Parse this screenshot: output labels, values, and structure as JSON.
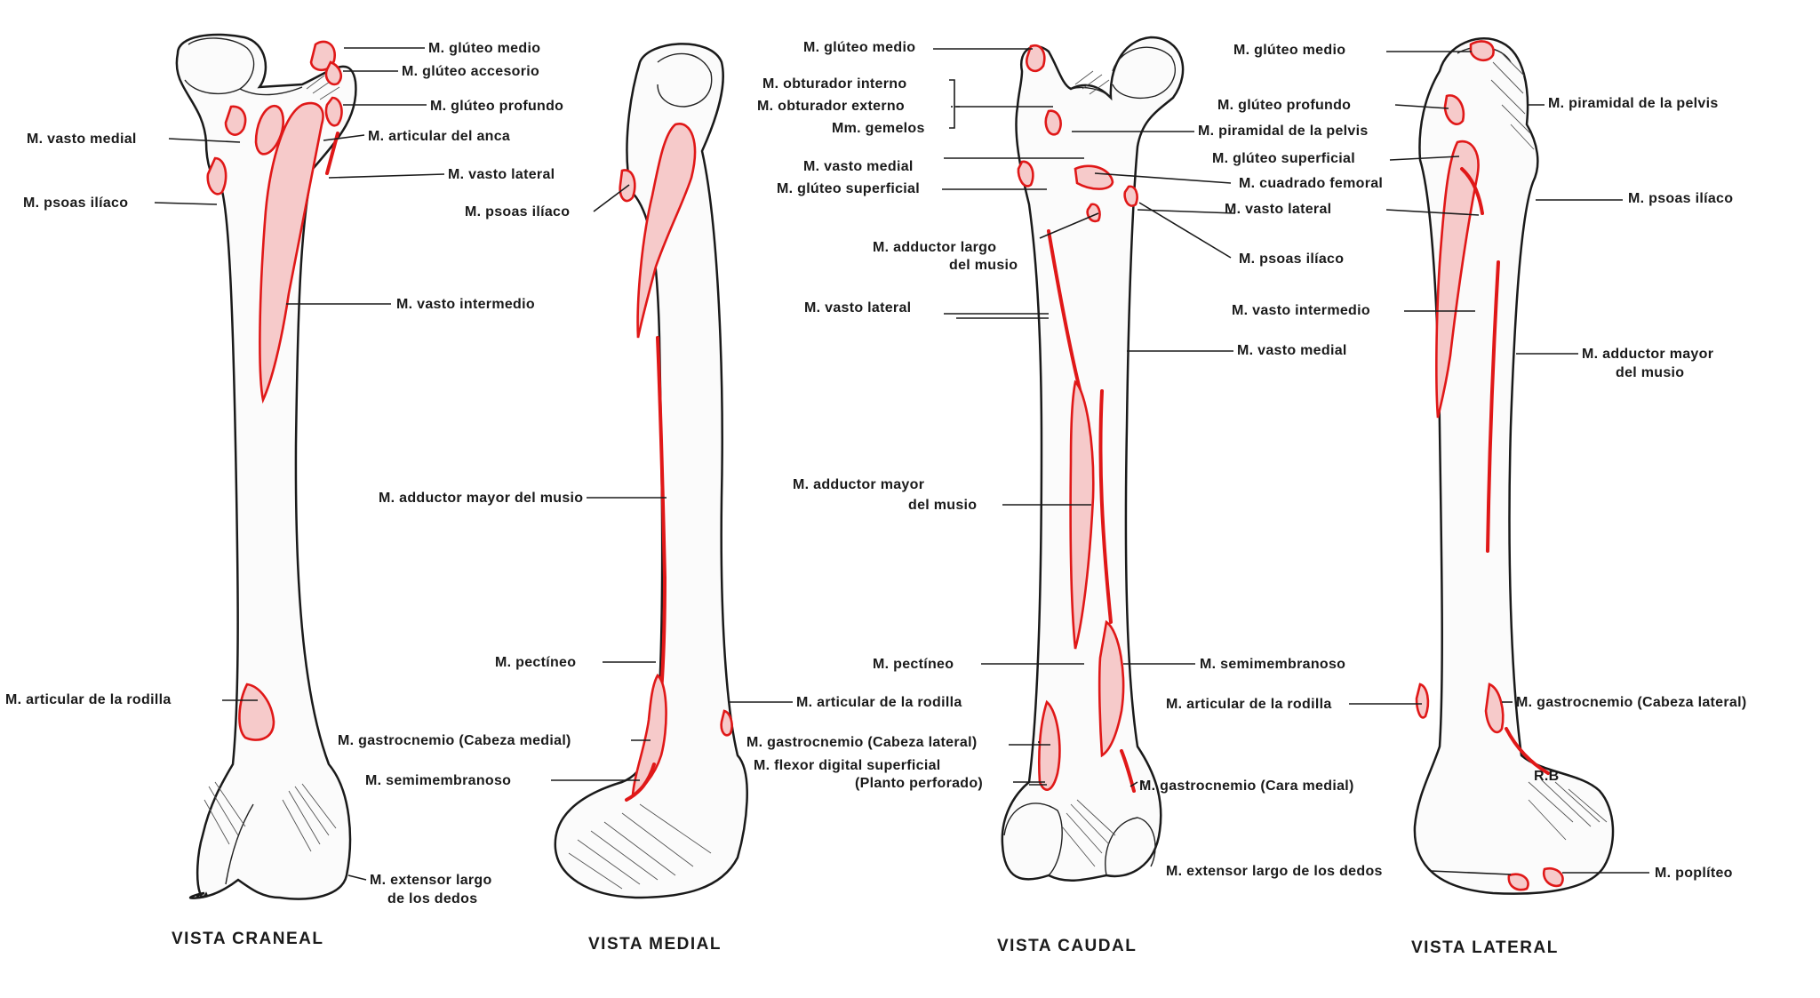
{
  "views": {
    "craneal": {
      "title": "VISTA CRANEAL",
      "labels": [
        "M. glúteo medio",
        "M. glúteo accesorio",
        "M. glúteo profundo",
        "M. articular del anca",
        "M. vasto lateral",
        "M. vasto medial",
        "M. psoas ilíaco",
        "M. vasto intermedio",
        "M. articular de la rodilla",
        "M. extensor largo",
        "de los dedos"
      ]
    },
    "medial": {
      "title": "VISTA MEDIAL",
      "labels": [
        "M. glúteo medio",
        "M. obturador interno",
        "M. obturador externo",
        "Mm. gemelos",
        "M. vasto medial",
        "M. glúteo superficial",
        "M. psoas ilíaco",
        "M. adductor largo",
        "del musio",
        "M. vasto lateral",
        "M. adductor mayor del musio",
        "M. pectíneo",
        "M. articular de la rodilla",
        "M. gastrocnemio (Cabeza medial)",
        "M. gastrocnemio (Cabeza lateral)",
        "M. flexor digital superficial",
        "(Planto perforado)",
        "M. semimembranoso"
      ]
    },
    "caudal": {
      "title": "VISTA CAUDAL",
      "labels": [
        "M. piramidal de la pelvis",
        "M. cuadrado femoral",
        "M. psoas ilíaco",
        "M. vasto medial",
        "M. adductor mayor",
        "del musio",
        "M. pectíneo",
        "M. semimembranoso",
        "M. gastrocnemio (Cara medial)"
      ]
    },
    "lateral": {
      "title": "VISTA LATERAL",
      "labels": [
        "M. glúteo medio",
        "M. glúteo profundo",
        "M. piramidal de la pelvis",
        "M. glúteo superficial",
        "M. psoas ilíaco",
        "M. vasto lateral",
        "M. vasto intermedio",
        "M. adductor mayor",
        "del musio",
        "M. articular de la rodilla",
        "M. gastrocnemio (Cabeza lateral)",
        "M. extensor largo de los dedos",
        "M. poplíteo"
      ]
    }
  },
  "artist_mark": "R.B",
  "colors": {
    "muscle_outline": "#e01818",
    "muscle_fill": "#f6caca",
    "ink": "#1a1a1a",
    "paper": "#ffffff"
  }
}
